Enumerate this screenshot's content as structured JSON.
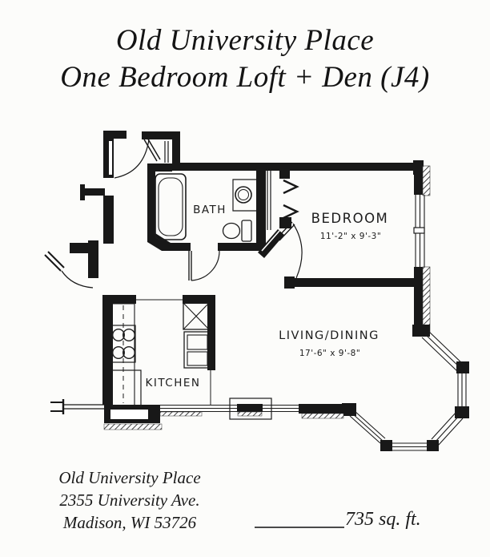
{
  "page": {
    "background": "#fcfcfa",
    "ink": "#181818"
  },
  "title": {
    "line1": "Old University Place",
    "line2": "One Bedroom Loft + Den (J4)"
  },
  "plan": {
    "labels": {
      "bath": "BATH",
      "bedroom": "BEDROOM",
      "bedroom_dims": "11'-2\" x 9'-3\"",
      "living": "LIVING/DINING",
      "living_dims": "17'-6\" x 9'-8\"",
      "kitchen": "KITCHEN"
    }
  },
  "footer": {
    "address": {
      "line1": "Old University Place",
      "line2": "2355 University Ave.",
      "line3": "Madison, WI 53726"
    },
    "area": "735 sq. ft."
  }
}
